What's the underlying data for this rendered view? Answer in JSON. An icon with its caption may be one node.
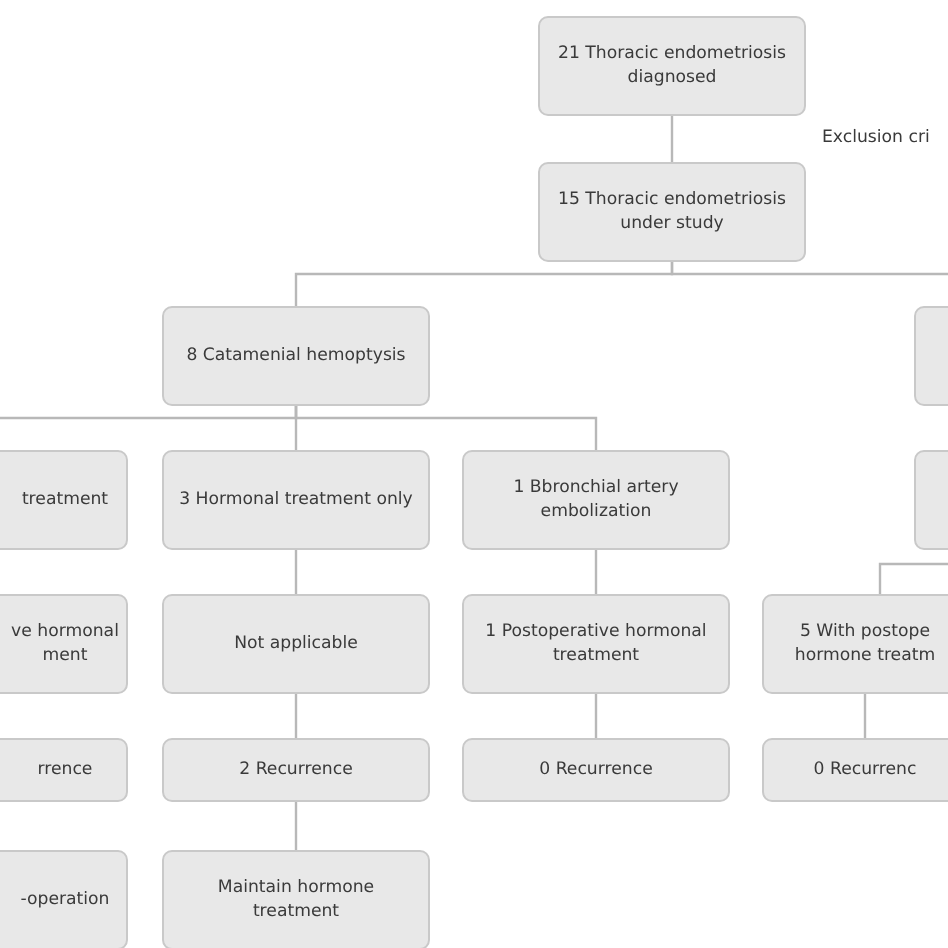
{
  "diagram": {
    "nodes": [
      {
        "text": [
          "21 Thoracic endometriosis diagnosed"
        ]
      },
      {
        "text": [
          "15 Thoracic endometriosis under study"
        ]
      },
      {
        "text": [
          "8 Catamenial hemoptysis"
        ]
      },
      {
        "text": [],
        "shape": "box"
      },
      {
        "text": [
          "treatment"
        ]
      },
      {
        "text": [
          "3 Hormonal treatment only"
        ]
      },
      {
        "text": [
          "1 Bbronchial artery embolization"
        ]
      },
      {
        "text": [],
        "shape": "box"
      },
      {
        "text": [
          "ve hormonal ment"
        ]
      },
      {
        "text": [
          "Not applicable"
        ]
      },
      {
        "text": [
          "1 Postoperative hormonal treatment"
        ]
      },
      {
        "text": [
          "5 With postope hormone treatm"
        ]
      },
      {
        "text": [
          "rrence"
        ]
      },
      {
        "text": [
          "2 Recurrence"
        ]
      },
      {
        "text": [
          "0 Recurrence"
        ]
      },
      {
        "text": [
          "0 Recurrenc"
        ]
      },
      {
        "text": [
          "-operation"
        ]
      },
      {
        "text": [
          "Maintain hormone treatment"
        ]
      }
    ],
    "edges": [
      {
        "from": 0,
        "to": 1,
        "arrow": "none"
      },
      {
        "from": 1,
        "to": 2,
        "arrow": "none"
      },
      {
        "from": 1,
        "to": 3,
        "arrow": "none"
      },
      {
        "from": 2,
        "to": 4,
        "arrow": "none"
      },
      {
        "from": 2,
        "to": 5,
        "arrow": "none"
      },
      {
        "from": 2,
        "to": 6,
        "arrow": "none"
      },
      {
        "from": 7,
        "to": 11,
        "arrow": "none"
      },
      {
        "from": 5,
        "to": 9,
        "arrow": "none"
      },
      {
        "from": 6,
        "to": 10,
        "arrow": "none"
      },
      {
        "from": 9,
        "to": 13,
        "arrow": "none"
      },
      {
        "from": 10,
        "to": 14,
        "arrow": "none"
      },
      {
        "from": 11,
        "to": 15,
        "arrow": "none"
      },
      {
        "from": 13,
        "to": 17,
        "arrow": "none"
      }
    ],
    "labels": [
      "Exclusion cri"
    ]
  }
}
